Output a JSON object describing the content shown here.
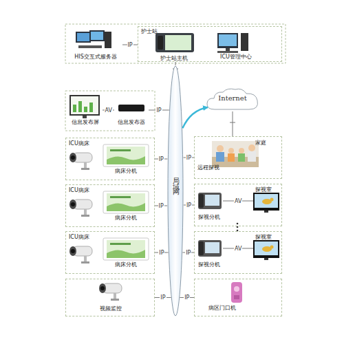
{
  "diagram": {
    "nodes": [
      {
        "text": [
          "HIS交互式服务器"
        ]
      },
      {
        "text": [
          "护士站"
        ]
      },
      {
        "text": [
          "护士站主机"
        ],
        "in": 1
      },
      {
        "text": [
          "ICU管理中心"
        ],
        "in": 1
      },
      {
        "text": [
          "局域网"
        ]
      },
      {
        "text": [
          "Internet"
        ]
      },
      {
        "text": [
          "信息发布屏"
        ]
      },
      {
        "text": [
          "信息发布器"
        ]
      },
      {
        "text": [
          "ICU病床"
        ]
      },
      {
        "text": [
          "病床分机"
        ],
        "in": 8
      },
      {
        "text": [
          "家庭",
          "远程探视"
        ]
      },
      {
        "text": [
          "ICU病床"
        ]
      },
      {
        "text": [
          "病床分机"
        ],
        "in": 11
      },
      {
        "text": [
          "探视室"
        ]
      },
      {
        "text": [
          "探视分机"
        ],
        "in": 13
      },
      {
        "text": [
          "ICU病床"
        ]
      },
      {
        "text": [
          "病床分机"
        ],
        "in": 15
      },
      {
        "text": [
          "探视室"
        ]
      },
      {
        "text": [
          "探视分机"
        ],
        "in": 17
      },
      {
        "text": [
          "视频监控"
        ]
      },
      {
        "text": [
          "病区门口机"
        ]
      }
    ],
    "edges": [
      {
        "from": 0,
        "to": 1,
        "label": "IP",
        "arrow": "none"
      },
      {
        "from": 1,
        "to": 4,
        "arrow": "none"
      },
      {
        "from": 6,
        "to": 7,
        "label": "AV",
        "arrow": "none"
      },
      {
        "from": 7,
        "to": 4,
        "label": "IP",
        "arrow": "none"
      },
      {
        "from": 4,
        "to": 5,
        "arrow": "to"
      },
      {
        "from": 5,
        "to": 10,
        "arrow": "none"
      },
      {
        "from": 8,
        "to": 4,
        "label": "IP",
        "arrow": "none"
      },
      {
        "from": 10,
        "to": 4,
        "label": "IP",
        "arrow": "none"
      },
      {
        "from": 11,
        "to": 4,
        "label": "IP",
        "arrow": "none"
      },
      {
        "from": 13,
        "to": 4,
        "label": "IP",
        "arrow": "none"
      },
      {
        "from": 15,
        "to": 4,
        "label": "IP",
        "arrow": "none"
      },
      {
        "from": 17,
        "to": 4,
        "label": "IP",
        "arrow": "none"
      },
      {
        "from": 19,
        "to": 4,
        "label": "IP",
        "arrow": "none"
      },
      {
        "from": 20,
        "to": 4,
        "label": "IP",
        "arrow": "none"
      }
    ],
    "labels": [
      "AV",
      "AV"
    ]
  }
}
